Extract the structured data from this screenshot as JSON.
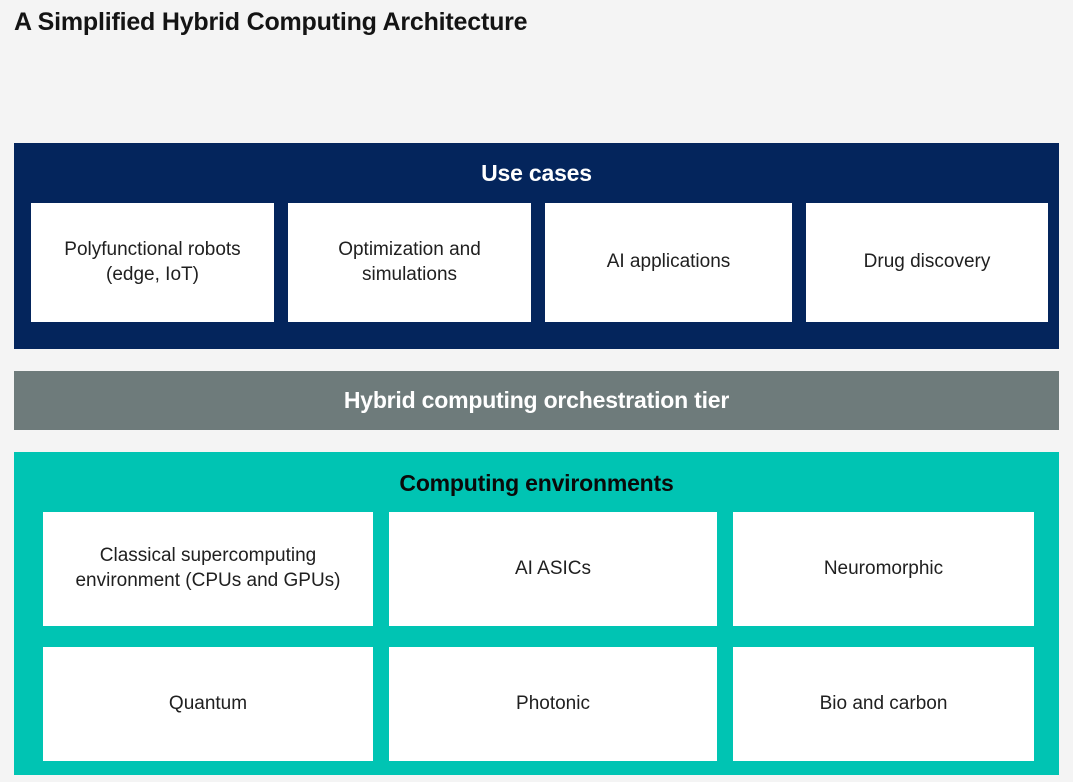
{
  "title": "A Simplified Hybrid Computing Architecture",
  "colors": {
    "background": "#f4f4f4",
    "use_cases_panel": "#04255c",
    "orchestration_panel": "#6e7b7b",
    "environments_panel": "#00c4b3",
    "card": "#ffffff",
    "title_text": "#141414"
  },
  "use_cases": {
    "heading": "Use cases",
    "cards": [
      {
        "label": "Polyfunctional robots (edge, IoT)"
      },
      {
        "label": "Optimization and simulations"
      },
      {
        "label": "AI applications"
      },
      {
        "label": "Drug discovery"
      }
    ]
  },
  "orchestration": {
    "heading": "Hybrid computing orchestration tier"
  },
  "environments": {
    "heading": "Computing environments",
    "rows": [
      {
        "cards": [
          {
            "label": "Classical supercomputing environment (CPUs and GPUs)"
          },
          {
            "label": "AI ASICs"
          },
          {
            "label": "Neuromorphic"
          }
        ]
      },
      {
        "cards": [
          {
            "label": "Quantum"
          },
          {
            "label": "Photonic"
          },
          {
            "label": "Bio and carbon"
          }
        ]
      }
    ]
  }
}
